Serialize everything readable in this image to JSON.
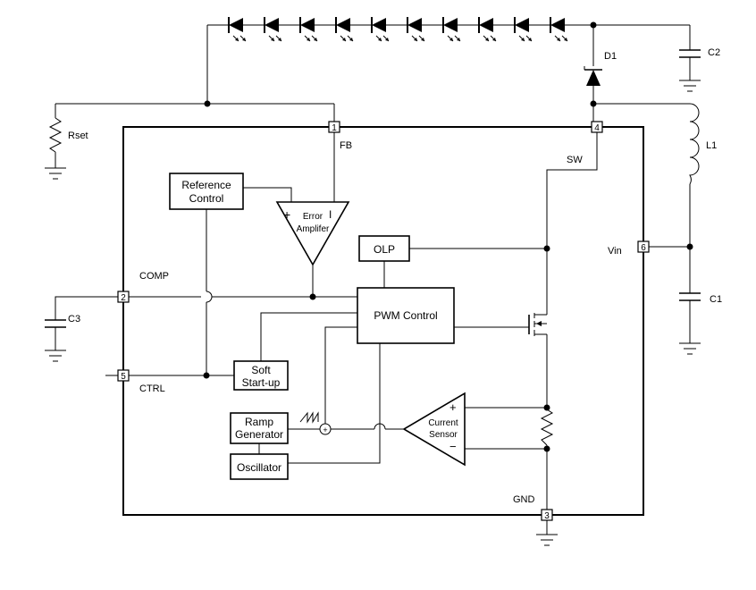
{
  "pins": {
    "p1": "1",
    "p2": "2",
    "p3": "3",
    "p4": "4",
    "p5": "5",
    "p6": "6"
  },
  "pin_names": {
    "fb": "FB",
    "sw": "SW",
    "comp": "COMP",
    "ctrl": "CTRL",
    "vin": "Vin",
    "gnd": "GND"
  },
  "blocks": {
    "reference_control": [
      "Reference",
      "Control"
    ],
    "error_amplifier": [
      "Error",
      "Amplifer"
    ],
    "olp": "OLP",
    "pwm_control": "PWM Control",
    "soft_startup": [
      "Soft",
      "Start-up"
    ],
    "ramp_generator": [
      "Ramp",
      "Generator"
    ],
    "oscillator": "Oscillator",
    "current_sensor": [
      "Current",
      "Sensor"
    ]
  },
  "components": {
    "rset": "Rset",
    "d1": "D1",
    "c1": "C1",
    "c2": "C2",
    "c3": "C3",
    "l1": "L1"
  },
  "signs": {
    "plus": "+",
    "minus": "−",
    "sum": "+",
    "err_minus": "I"
  },
  "led_count": 10
}
